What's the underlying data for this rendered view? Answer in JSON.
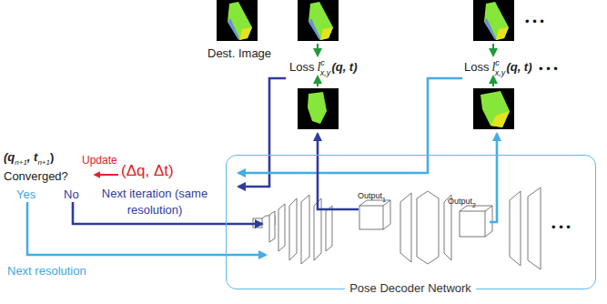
{
  "diagram": {
    "nodes": [
      {
        "text": [
          "Pose Decoder Network"
        ]
      }
    ],
    "labels": [
      "Dest. Image",
      "Loss",
      "l",
      "c",
      "x,y",
      "(q, t)",
      "Loss",
      "l",
      "c",
      "x,y",
      "(q, t)",
      "• • •",
      "• • •",
      "(q",
      "n+1",
      ", t",
      "n+1",
      ")",
      "Update",
      "(Δq, Δt)",
      "Converged?",
      "Yes",
      "No",
      "Next iteration (same resolution)",
      "Next resolution",
      "Output",
      "1",
      "Output",
      "2",
      "• • •"
    ]
  }
}
